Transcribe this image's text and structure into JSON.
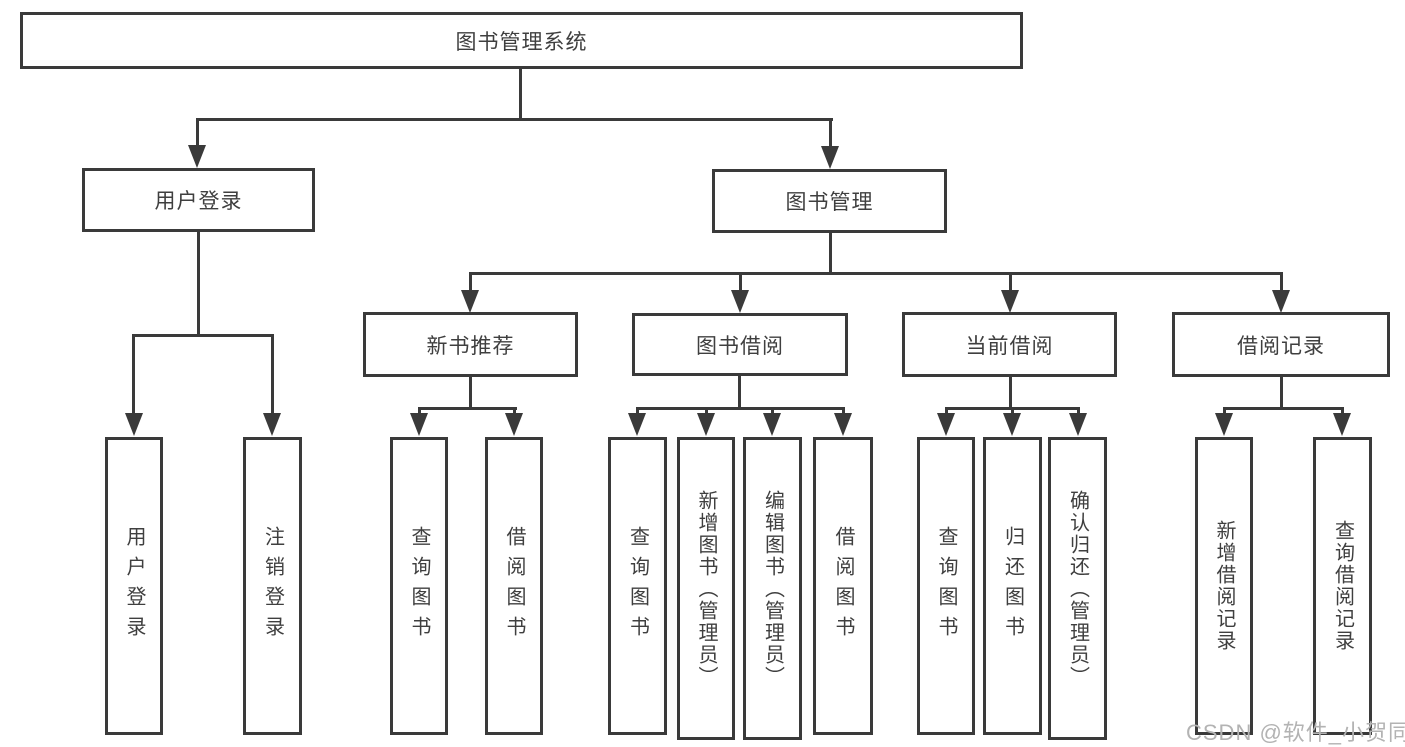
{
  "diagram_title": "图书管理系统",
  "watermark": "CSDN @软件_小贺同学",
  "colors": {
    "line": "#3a3a3a",
    "text": "#3f3f3f",
    "watermark": "#b3b3b3",
    "background": "#ffffff"
  },
  "nodes": {
    "root": "图书管理系统",
    "user_login": "用户登录",
    "book_mgmt": "图书管理",
    "new_books": "新书推荐",
    "book_borrow": "图书借阅",
    "current_borrow": "当前借阅",
    "borrow_records": "借阅记录"
  },
  "leaves": [
    {
      "id": "user-login",
      "label": "用户登录"
    },
    {
      "id": "logout",
      "label": "注销登录"
    },
    {
      "id": "nb-query-books",
      "label": "查询图书"
    },
    {
      "id": "nb-borrow-books",
      "label": "借阅图书"
    },
    {
      "id": "bb-query-books",
      "label": "查询图书"
    },
    {
      "id": "bb-add-books",
      "label": "新增图书（管理员）"
    },
    {
      "id": "bb-edit-books",
      "label": "编辑图书（管理员）"
    },
    {
      "id": "bb-borrow-books",
      "label": "借阅图书"
    },
    {
      "id": "cb-query-books",
      "label": "查询图书"
    },
    {
      "id": "cb-return-books",
      "label": "归还图书"
    },
    {
      "id": "cb-confirm-return",
      "label": "确认归还（管理员）"
    },
    {
      "id": "br-add-record",
      "label": "新增借阅记录"
    },
    {
      "id": "br-query-record",
      "label": "查询借阅记录"
    }
  ]
}
